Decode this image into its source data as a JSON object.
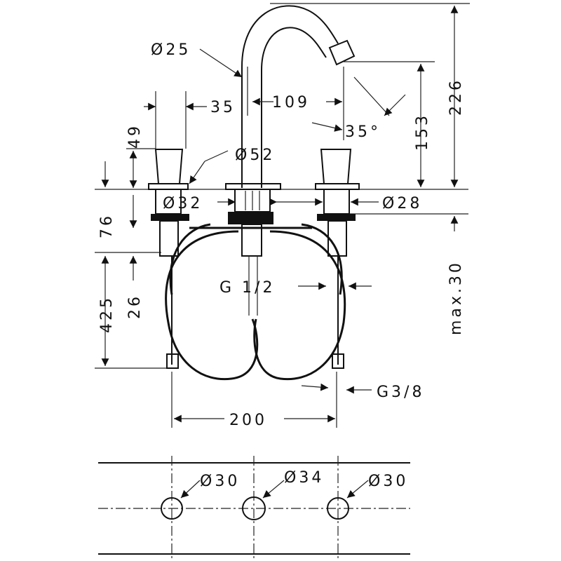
{
  "drawing": {
    "labels": {
      "d25": "Ø25",
      "w35": "35",
      "w109": "109",
      "h49": "49",
      "d52": "Ø52",
      "angle": "35°",
      "h153": "153",
      "h226": "226",
      "d32": "Ø32",
      "d28": "Ø28",
      "h76": "76",
      "max30": "max.30",
      "g12": "G 1/2",
      "h425": "425",
      "h26": "26",
      "g38": "G3/8",
      "w200": "200"
    },
    "holes": {
      "left": "Ø30",
      "center": "Ø34",
      "right": "Ø30"
    }
  }
}
